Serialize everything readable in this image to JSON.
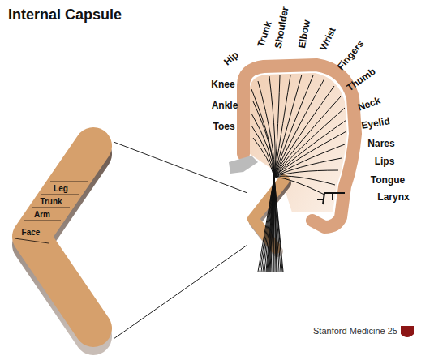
{
  "diagram": {
    "title": "Internal Capsule",
    "nodes": [
      {
        "text": [
          "Leg"
        ]
      },
      {
        "text": [
          "Trunk"
        ]
      },
      {
        "text": [
          "Arm"
        ]
      },
      {
        "text": [
          "Face"
        ]
      }
    ],
    "labels": [
      "Hip",
      "Trunk",
      "Shoulder",
      "Elbow",
      "Wrist",
      "Fingers",
      "Thumb",
      "Neck",
      "Eyelid",
      "Nares",
      "Lips",
      "Tongue",
      "Larynx",
      "Knee",
      "Ankle",
      "Toes",
      "Stanford Medicine 25"
    ]
  }
}
